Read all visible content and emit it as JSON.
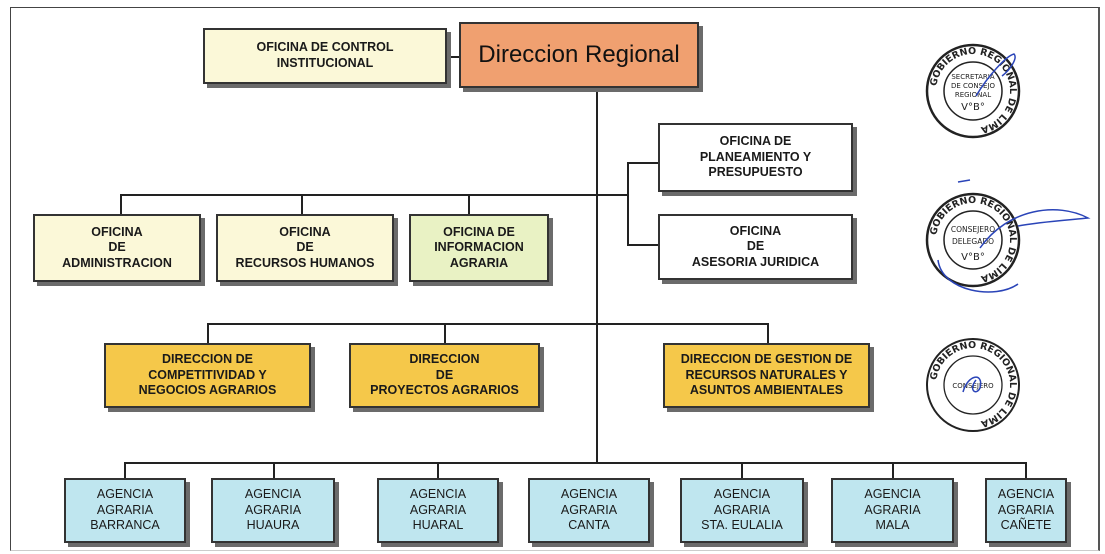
{
  "diagram": {
    "title": "Direccion Regional",
    "control": "OFICINA  DE CONTROL\nINSTITUCIONAL",
    "planeamiento": "OFICINA DE\nPLANEAMIENTO Y\nPRESUPUESTO",
    "asesoria": "OFICINA\nDE\nASESORIA JURIDICA",
    "administracion": "OFICINA\nDE\nADMINISTRACION",
    "rrhh": "OFICINA\nDE\nRECURSOS HUMANOS",
    "informacion": "OFICINA  DE\nINFORMACION\nAGRARIA",
    "competitividad": "DIRECCION DE\nCOMPETITIVIDAD  Y\nNEGOCIOS AGRARIOS",
    "proyectos": "DIRECCION\nDE\nPROYECTOS  AGRARIOS",
    "gestion": "DIRECCION DE GESTION DE\nRECURSOS NATURALES Y\nASUNTOS AMBIENTALES",
    "agencias": [
      "AGENCIA\nAGRARIA\nBARRANCA",
      "AGENCIA\nAGRARIA\nHUAURA",
      "AGENCIA\nAGRARIA\nHUARAL",
      "AGENCIA\nAGRARIA\nCANTA",
      "AGENCIA\nAGRARIA\nSTA. EULALIA",
      "AGENCIA\nAGRARIA\nMALA",
      "AGENCIA\nAGRARIA\nCAÑETE"
    ]
  },
  "seals": [
    {
      "ring": "GOBIERNO REGIONAL DE LIMA",
      "center": [
        "SECRETARIA",
        "DE CONSEJO",
        "REGIONAL",
        "V°B°"
      ]
    },
    {
      "ring": "GOBIERNO REGIONAL DE LIMA",
      "center": [
        "CONSEJERO",
        "DELEGADO",
        "V°B°"
      ]
    },
    {
      "ring": "GOBIERNO REGIONAL DE LIMA",
      "center": [
        "CONSEJERO"
      ]
    }
  ],
  "colors": {
    "title_bg": "#f0a070",
    "cream": "#fbf8d8",
    "green_cream": "#e9f2c4",
    "gold": "#f5c84a",
    "blue": "#bfe6ef",
    "white": "#ffffff"
  }
}
